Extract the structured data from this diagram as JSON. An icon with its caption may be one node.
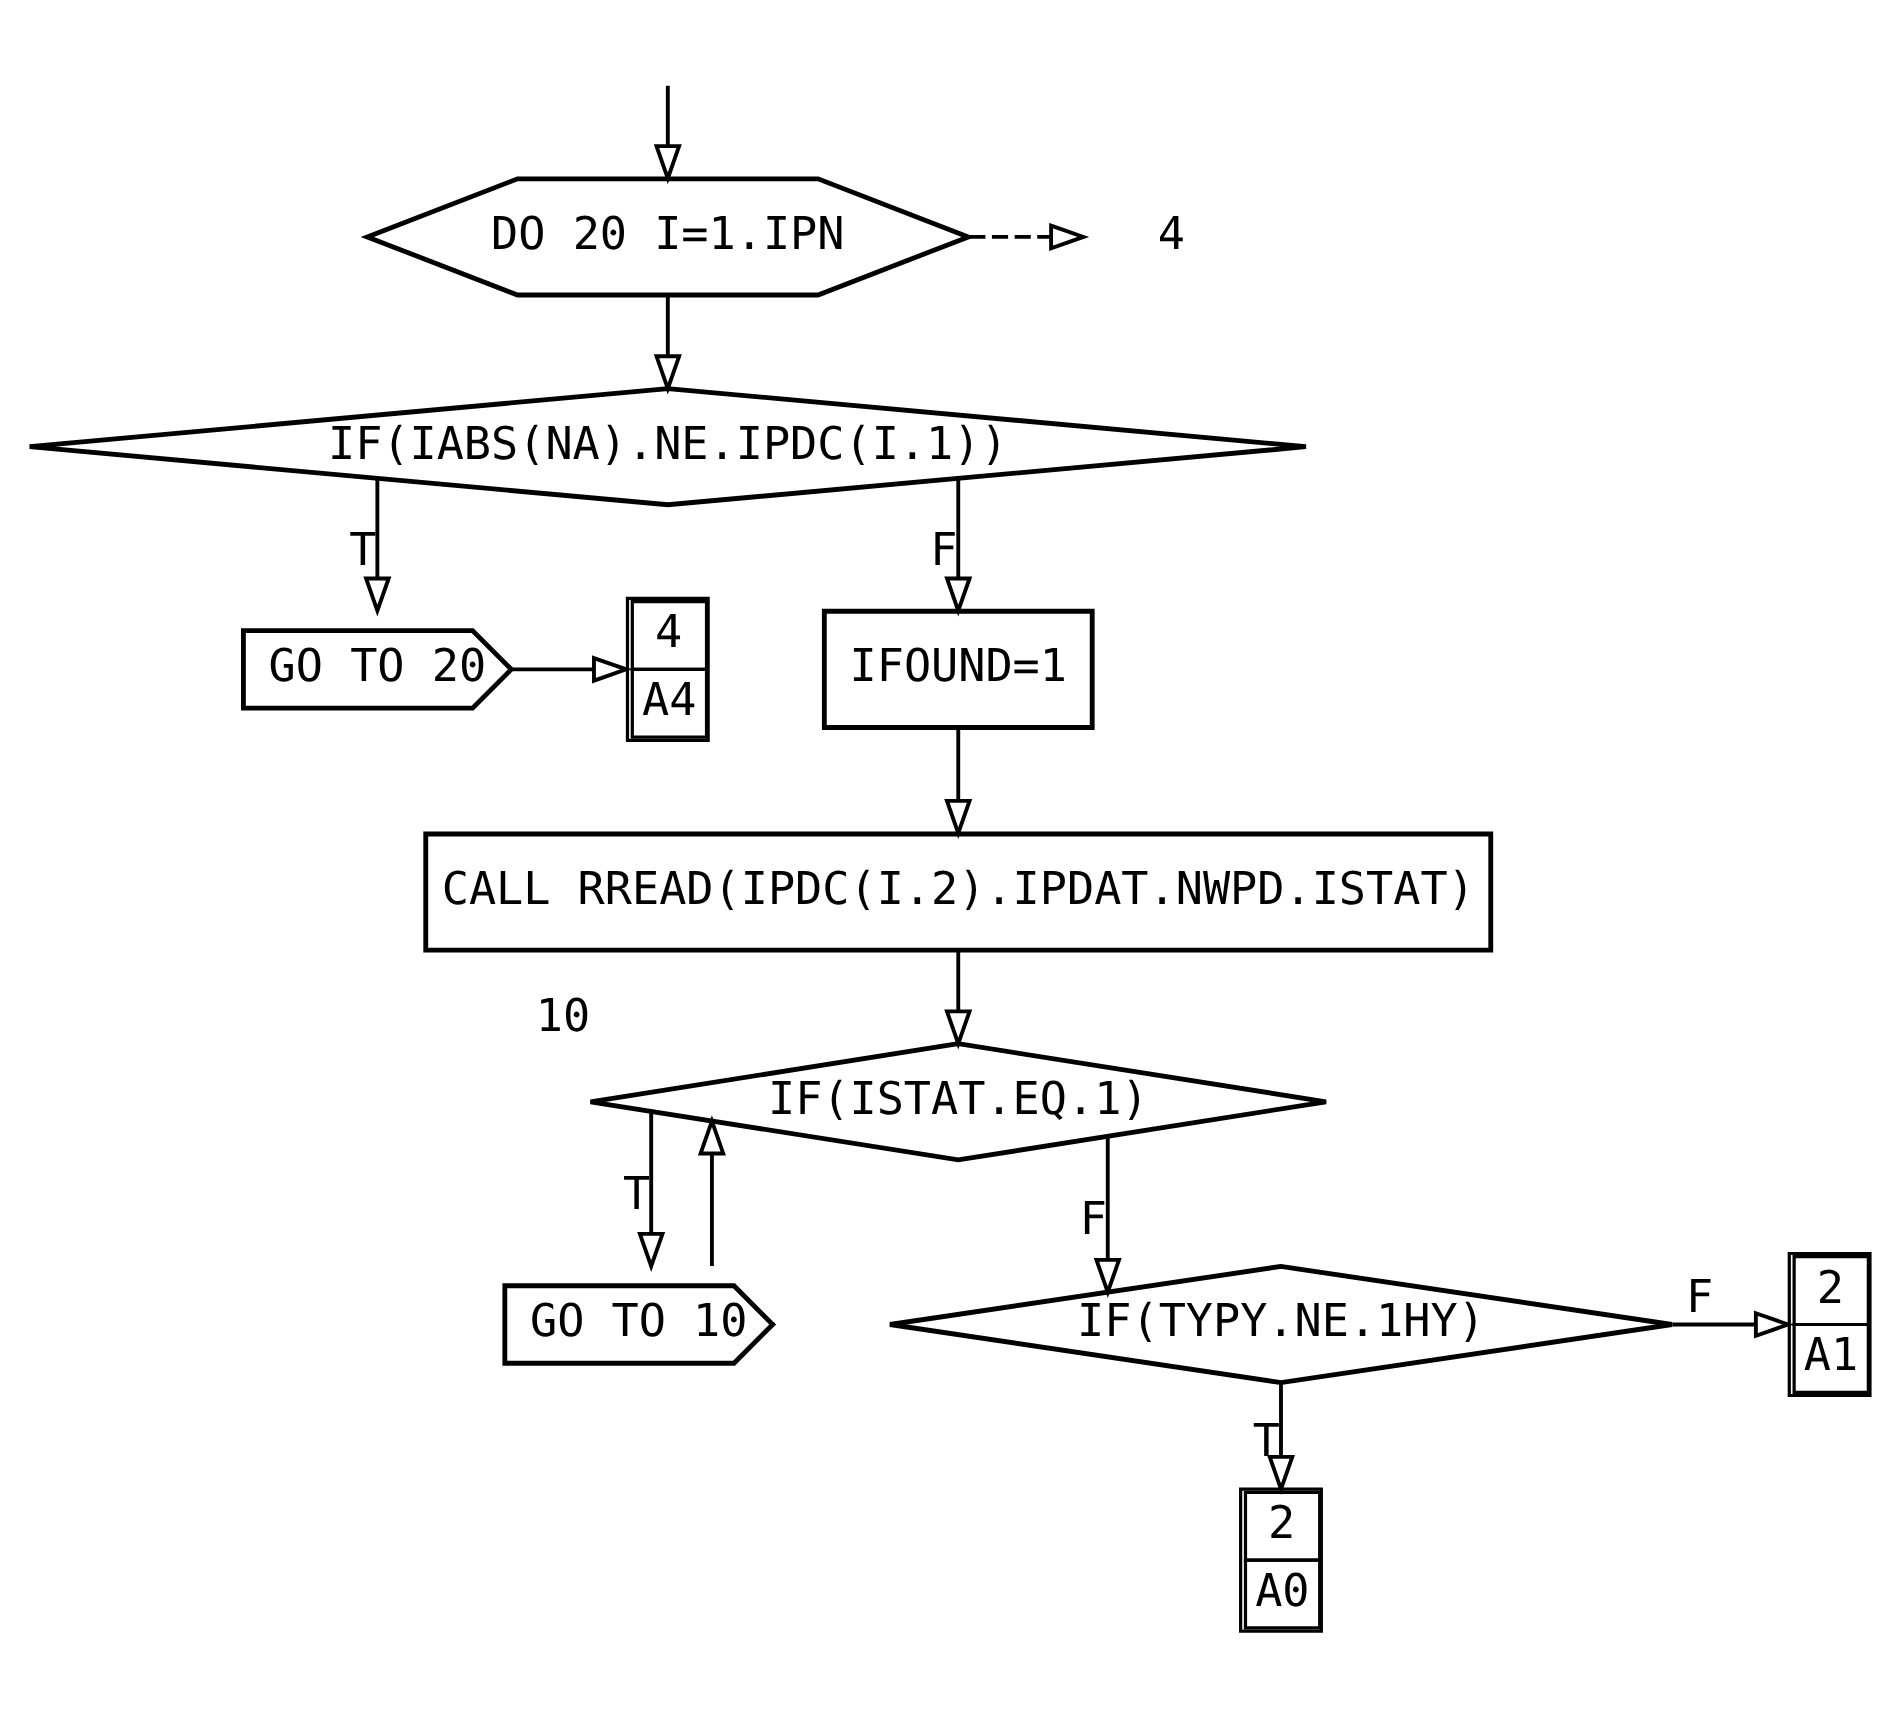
{
  "diagram": {
    "nodes": [
      {
        "text": [
          "DO 20 I=1.IPN"
        ]
      },
      {
        "text": [
          "4"
        ]
      },
      {
        "text": [
          "IF(IABS(NA).NE.IPDC(I.1))"
        ]
      },
      {
        "text": [
          "GO TO 20"
        ]
      },
      {
        "text": [
          "4",
          "A4"
        ]
      },
      {
        "text": [
          "IFOUND=1"
        ]
      },
      {
        "text": [
          "CALL RREAD(IPDC(I.2).IPDAT.NWPD.ISTAT)"
        ]
      },
      {
        "text": [
          "IF(ISTAT.EQ.1)"
        ],
        "beside": [
          "10"
        ]
      },
      {
        "text": [
          "GO TO 10"
        ]
      },
      {
        "text": [
          "IF(TYPY.NE.1HY)"
        ]
      },
      {
        "text": [
          "2",
          "A1"
        ]
      },
      {
        "text": [
          "2",
          "A0"
        ]
      }
    ],
    "edges": [
      {
        "from": null,
        "to": 0,
        "arrow": "to"
      },
      {
        "from": 0,
        "to": 1,
        "arrow": "to",
        "style": "dashed"
      },
      {
        "from": 0,
        "to": 2,
        "arrow": "to"
      },
      {
        "from": 2,
        "to": 3,
        "arrow": "to",
        "label": "T"
      },
      {
        "from": 2,
        "to": 5,
        "arrow": "to",
        "label": "F"
      },
      {
        "from": 3,
        "to": 4,
        "arrow": "to"
      },
      {
        "from": 5,
        "to": 6,
        "arrow": "to"
      },
      {
        "from": 6,
        "to": 7,
        "arrow": "to"
      },
      {
        "from": 7,
        "to": 8,
        "arrow": "to",
        "label": "T"
      },
      {
        "from": 7,
        "to": 9,
        "arrow": "to",
        "label": "F"
      },
      {
        "from": 8,
        "to": 7,
        "arrow": "to"
      },
      {
        "from": 9,
        "to": 10,
        "arrow": "to",
        "label": "F"
      },
      {
        "from": 9,
        "to": 11,
        "arrow": "to",
        "label": "T"
      }
    ]
  }
}
